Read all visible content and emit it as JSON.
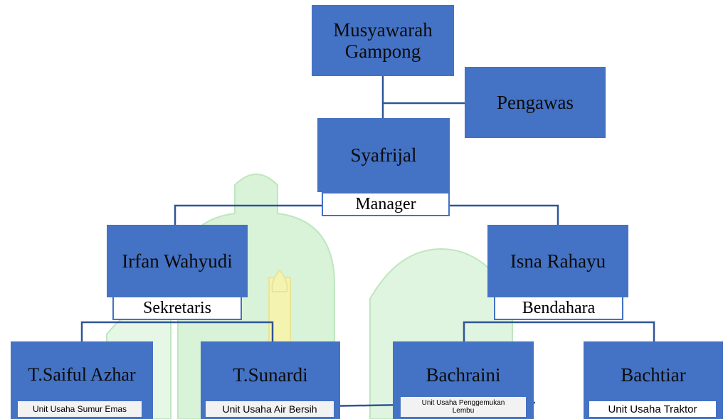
{
  "chart": {
    "top": "Musyawarah Gampong",
    "supervisor": "Pengawas",
    "head": {
      "name": "Syafrijal",
      "role": "Manager"
    },
    "left": {
      "name": "Irfan Wahyudi",
      "role": "Sekretaris"
    },
    "right": {
      "name": "Isna Rahayu",
      "role": "Bendahara"
    },
    "units": [
      {
        "name": "T.Saiful Azhar",
        "unit": "Unit Usaha Sumur Emas"
      },
      {
        "name": "T.Sunardi",
        "unit": "Unit Usaha Air Bersih"
      },
      {
        "name": "Bachraini",
        "unit": "Unit Usaha Penggemukan Lembu"
      },
      {
        "name": "Bachtiar",
        "unit": "Unit Usaha Traktor"
      }
    ]
  },
  "colors": {
    "box": "#4472c4",
    "line": "#2f5597",
    "watermark": "#c6efce"
  }
}
